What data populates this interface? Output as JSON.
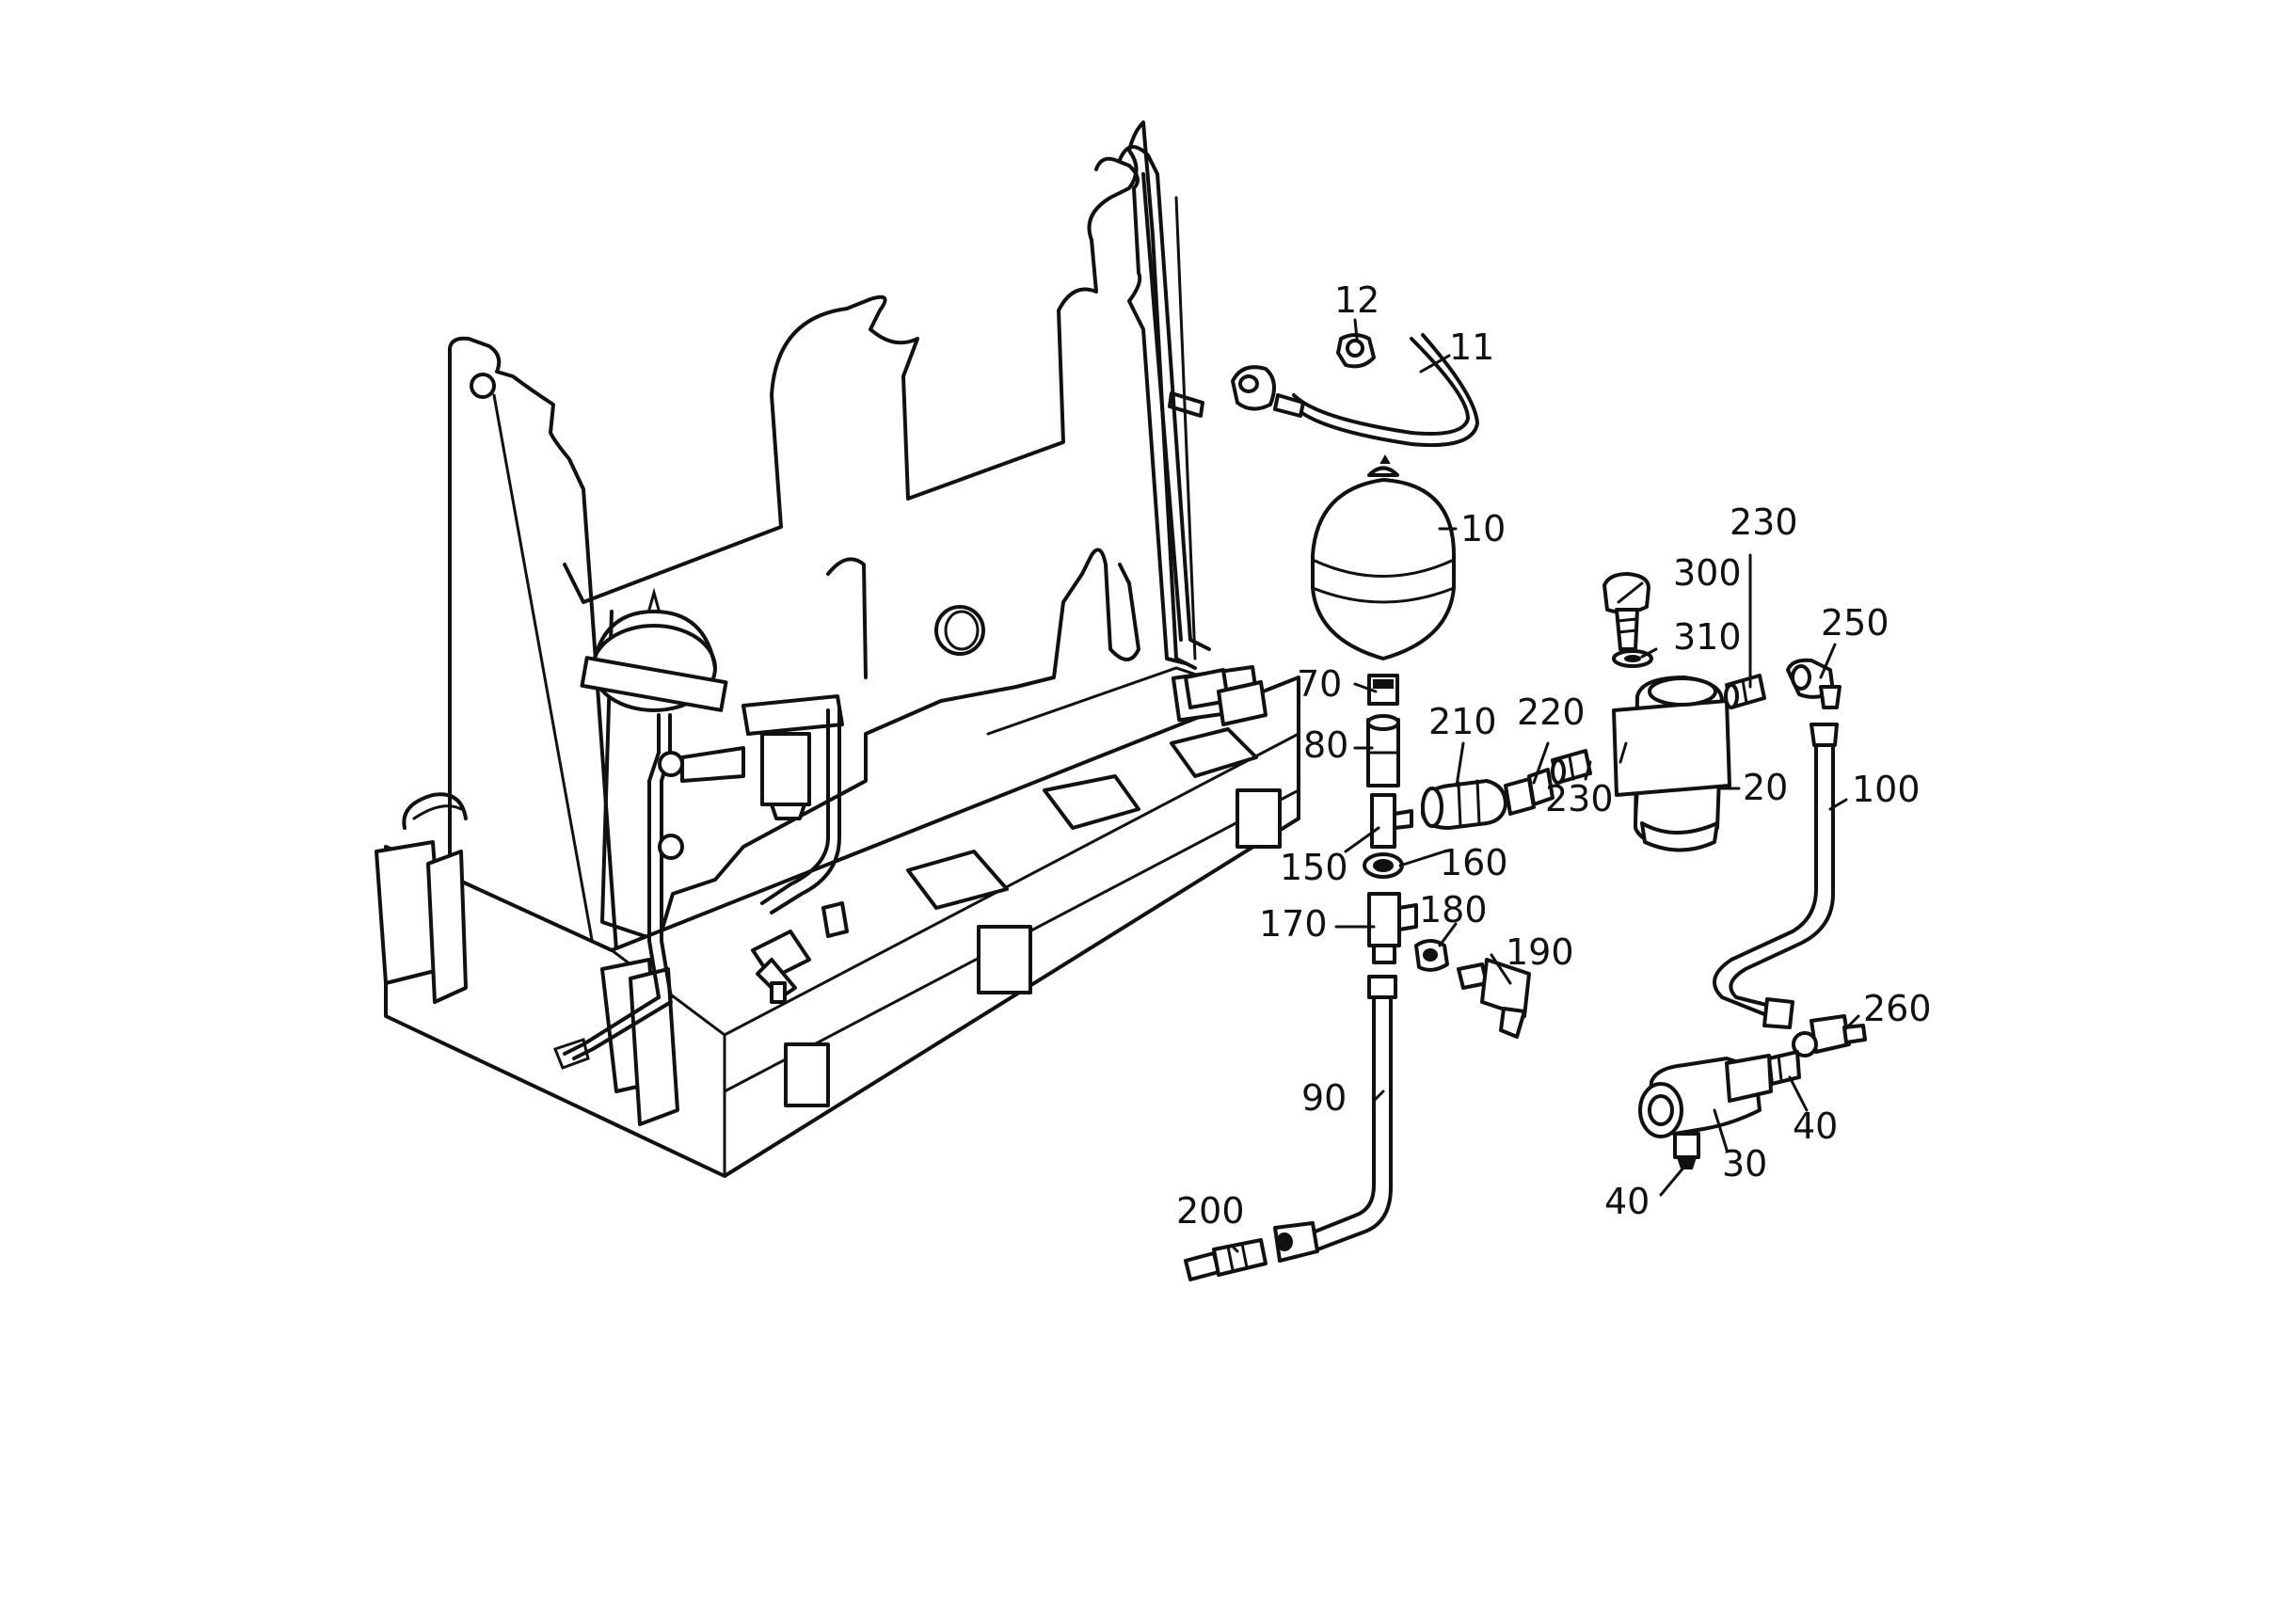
{
  "diagram": {
    "labels": {
      "l10": "10",
      "l11": "11",
      "l12": "12",
      "l20": "20",
      "l30": "30",
      "l40a": "40",
      "l40b": "40",
      "l70": "70",
      "l80": "80",
      "l90": "90",
      "l100": "100",
      "l150": "150",
      "l160": "160",
      "l170": "170",
      "l180": "180",
      "l190": "190",
      "l200": "200",
      "l210": "210",
      "l220": "220",
      "l230a": "230",
      "l230b": "230",
      "l250": "250",
      "l260": "260",
      "l300": "300",
      "l310": "310"
    }
  }
}
